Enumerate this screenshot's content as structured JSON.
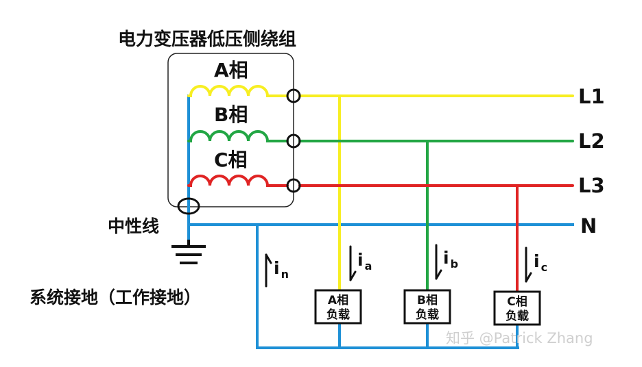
{
  "title": "电力变压器低压侧绕组",
  "phases": [
    {
      "label": "A相",
      "color": "#f7ee22"
    },
    {
      "label": "B相",
      "color": "#22a644"
    },
    {
      "label": "C相",
      "color": "#e02424"
    }
  ],
  "neutral_color": "#1e90d6",
  "lines": [
    "L1",
    "L2",
    "L3",
    "N"
  ],
  "neutral_label": "中性线",
  "ground_label": "系统接地（工作接地）",
  "currents": {
    "in": {
      "main": "i",
      "sub": "n"
    },
    "ia": {
      "main": "i",
      "sub": "a"
    },
    "ib": {
      "main": "i",
      "sub": "b"
    },
    "ic": {
      "main": "i",
      "sub": "c"
    }
  },
  "loads": [
    {
      "line1": "A相",
      "line2": "负载"
    },
    {
      "line1": "B相",
      "line2": "负载"
    },
    {
      "line1": "C相",
      "line2": "负载"
    }
  ],
  "watermark": "知乎 @Patrick Zhang"
}
